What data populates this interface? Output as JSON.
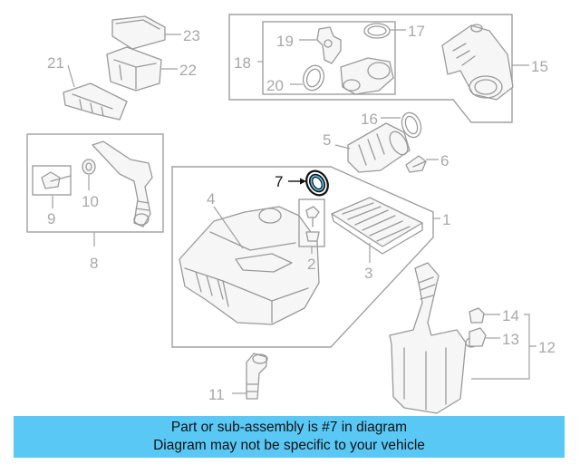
{
  "diagram": {
    "callouts": {
      "c1": "1",
      "c2": "2",
      "c3": "3",
      "c4": "4",
      "c5": "5",
      "c6": "6",
      "c7": "7",
      "c8": "8",
      "c9": "9",
      "c10": "10",
      "c11": "11",
      "c12": "12",
      "c13": "13",
      "c14": "14",
      "c15": "15",
      "c16": "16",
      "c17": "17",
      "c18": "18",
      "c19": "19",
      "c20": "20",
      "c21": "21",
      "c22": "22",
      "c23": "23"
    },
    "highlighted_part": "7",
    "highlight_color": "#3bb0e6"
  },
  "banner": {
    "line1": "Part or sub-assembly is #7 in diagram",
    "line2": "Diagram may not be specific to your vehicle",
    "background": "#5ac8f5"
  }
}
